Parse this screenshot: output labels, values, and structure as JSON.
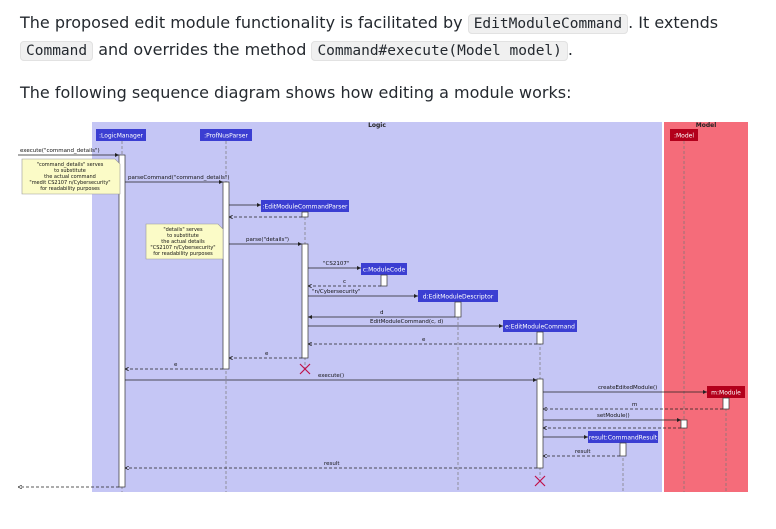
{
  "intro": {
    "line1_pre": "The proposed edit module functionality is facilitated by ",
    "class_name": "EditModuleCommand",
    "line1_post": ". It extends",
    "base_class": "Command",
    "line2_mid": " and overrides the method ",
    "method": "Command#execute(Model model)",
    "line2_post": "."
  },
  "caption": "The following sequence diagram shows how editing a module works:",
  "diagram": {
    "frames": {
      "logic": "Logic",
      "model": "Model"
    },
    "participants": {
      "logic_manager": ":LogicManager",
      "parser": ":ProfNusParser",
      "edit_parser": ":EditModuleCommandParser",
      "module_code": "c:ModuleCode",
      "descriptor": "d:EditModuleDescriptor",
      "command": "e:EditModuleCommand",
      "result": "result:CommandResult",
      "model": ":Model",
      "module": "m:Module"
    },
    "messages": {
      "execute_in": "execute(\"command_details\")",
      "parse_command": "parseCommand(\"command_details\")",
      "parse": "parse(\"details\")",
      "code_arg": "\"CS2107\"",
      "c": "c",
      "descriptor_arg": "\"n/Cybersecurity\"",
      "d": "d",
      "edit_ctor": "EditModuleCommand(c, d)",
      "e1": "e",
      "e2": "e",
      "e3": "e",
      "execute": "execute()",
      "create_edited": "createEditedModule()",
      "m": "m",
      "set_module": "setModule()",
      "result": "result",
      "result2": "result"
    },
    "notes": {
      "note1": [
        "\"command_details\" serves",
        "to substitute",
        "the actual command",
        "\"medit CS2107 n/Cybersecurity\"",
        "for readability purposes"
      ],
      "note2": [
        "\"details\" serves",
        "to substitute",
        "the actual details",
        "\"CS2107 n/Cybersecurity\"",
        "for readability purposes"
      ]
    },
    "colors": {
      "logic_bg": "#c5c6f5",
      "model_bg": "#f56c7a",
      "logic_box": "#3b3ed2",
      "model_box": "#b3001b",
      "note_bg": "#fbfbc7"
    }
  }
}
